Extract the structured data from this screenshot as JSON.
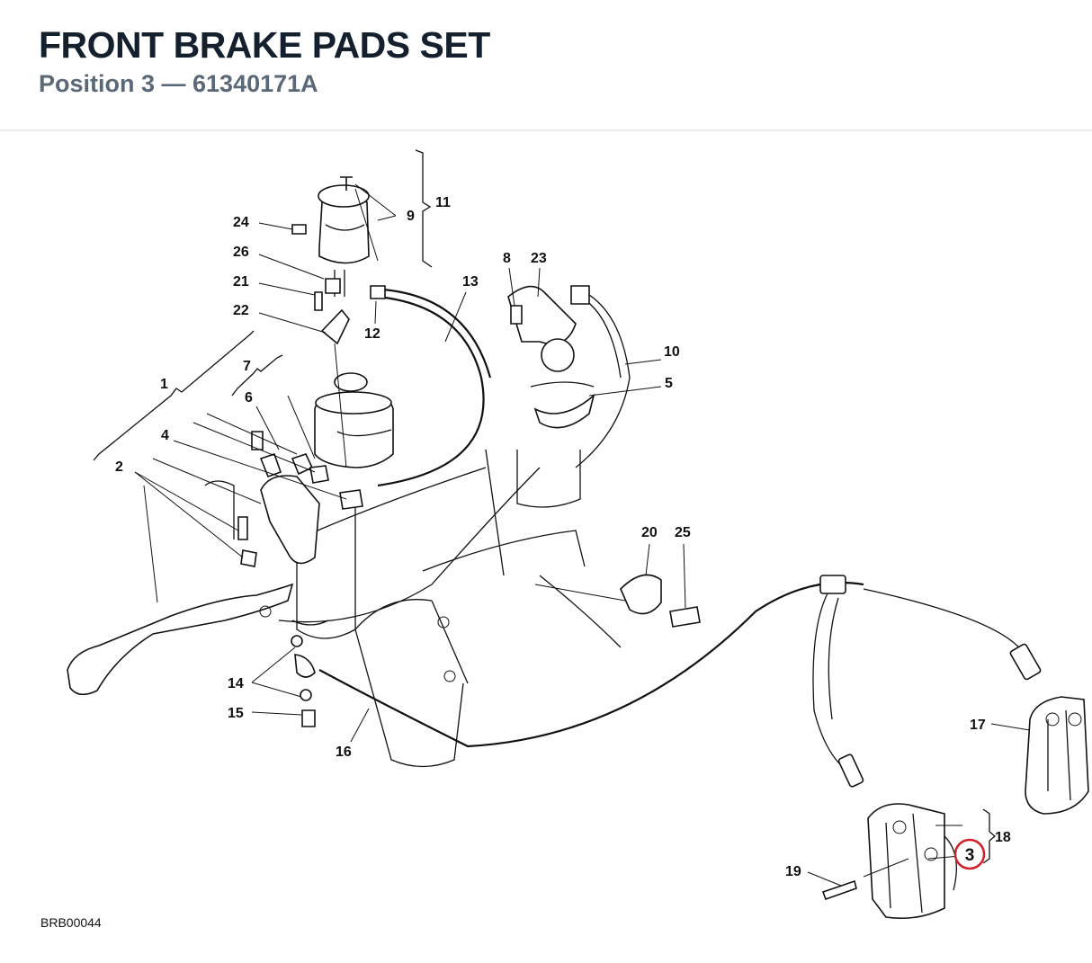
{
  "header": {
    "title": "FRONT BRAKE PADS SET",
    "subtitle": "Position 3 — 61340171A"
  },
  "diagram": {
    "code": "BRB00044",
    "highlight_color": "#d0202a",
    "highlighted": "3",
    "callouts": [
      "1",
      "2",
      "3",
      "4",
      "5",
      "6",
      "7",
      "8",
      "9",
      "10",
      "11",
      "12",
      "13",
      "14",
      "15",
      "16",
      "17",
      "18",
      "19",
      "20",
      "21",
      "22",
      "23",
      "24",
      "25",
      "26"
    ]
  }
}
